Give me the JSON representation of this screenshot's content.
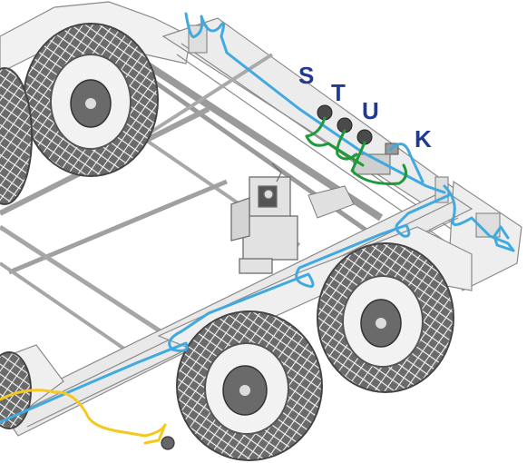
{
  "labels": [
    {
      "id": "S",
      "text": "S"
    },
    {
      "id": "T",
      "text": "T"
    },
    {
      "id": "U",
      "text": "U"
    },
    {
      "id": "K",
      "text": "K"
    }
  ],
  "colors": {
    "label": "#1f3a8f",
    "blue_cable": "#3fa9e0",
    "green_cable": "#1e9a3a",
    "yellow_cable": "#f5c81e",
    "frame_line": "#8a8a8a",
    "frame_fill": "#efefef",
    "tire": "#555555"
  },
  "components": [
    "trailer-chassis",
    "wheel",
    "tire",
    "blue-cable",
    "green-cable",
    "yellow-cable",
    "connector"
  ]
}
